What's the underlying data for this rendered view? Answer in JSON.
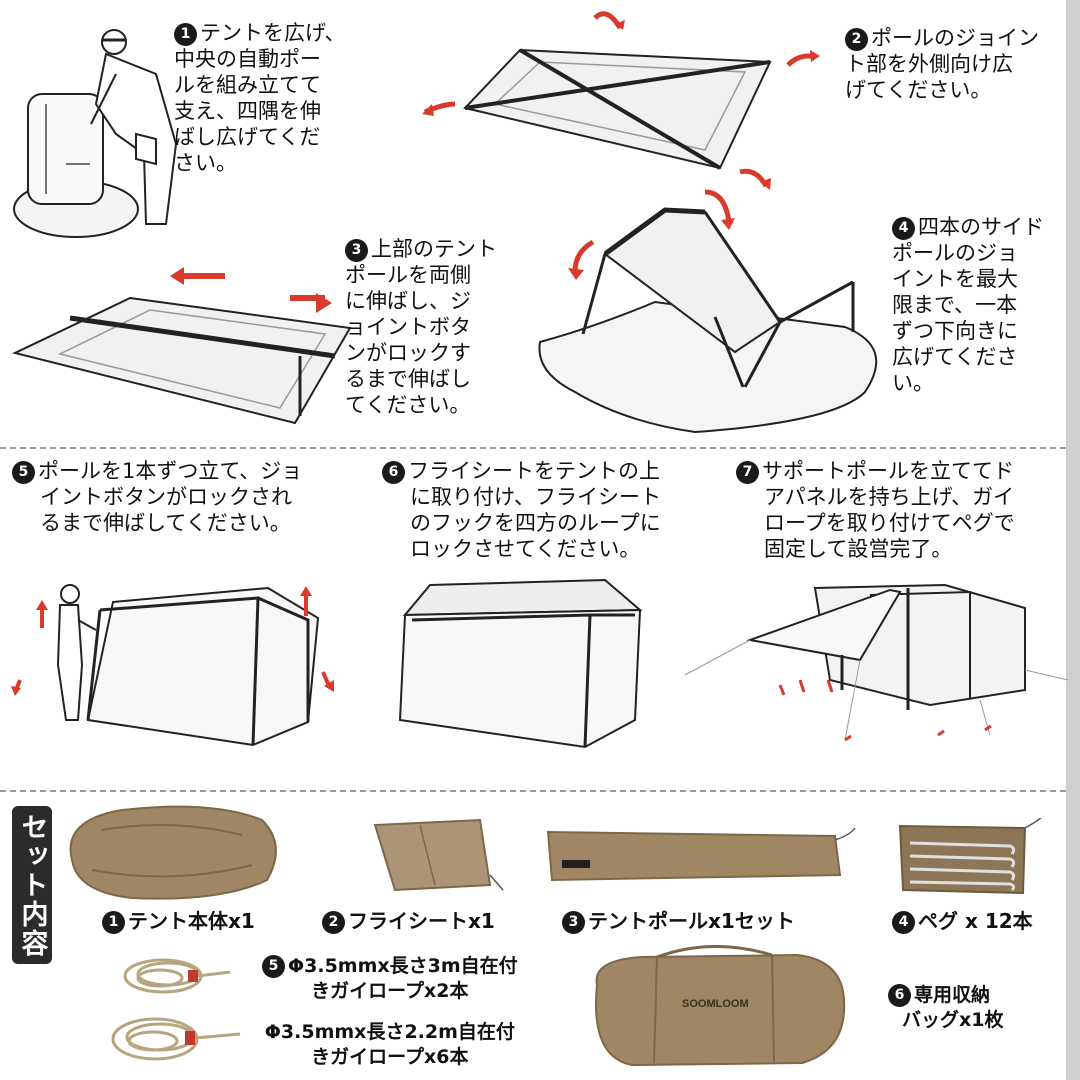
{
  "steps": [
    {
      "num": "1",
      "lines": [
        "テントを広げ、",
        "中央の自動ポー",
        "ルを組み立てて",
        "支え、四隅を伸",
        "ばし広げてくだ",
        "さい。"
      ]
    },
    {
      "num": "2",
      "lines": [
        "ポールのジョイン",
        "ト部を外側向け広",
        "げてください。"
      ]
    },
    {
      "num": "3",
      "lines": [
        "上部のテント",
        "ポールを両側",
        "に伸ばし、ジ",
        "ョイントボタ",
        "ンがロックす",
        "るまで伸ばし",
        "てください。"
      ]
    },
    {
      "num": "4",
      "lines": [
        "四本のサイド",
        "ポールのジョ",
        "イントを最大",
        "限まで、一本",
        "ずつ下向きに",
        "広げてくださ",
        "い。"
      ]
    },
    {
      "num": "5",
      "lines": [
        "ポールを1本ずつ立て、ジョ",
        "イントボタンがロックされ",
        "るまで伸ばしてください。"
      ]
    },
    {
      "num": "6",
      "lines": [
        "フライシートをテントの上",
        "に取り付け、フライシート",
        "のフックを四方のループに",
        "ロックさせてください。"
      ]
    },
    {
      "num": "7",
      "lines": [
        "サポートポールを立ててド",
        "アパネルを持ち上げ、ガイ",
        "ロープを取り付けてペグで",
        "固定して設営完了。"
      ]
    }
  ],
  "contents": {
    "side_label": "セット内容",
    "items": [
      {
        "num": "1",
        "label": "テント本体x1"
      },
      {
        "num": "2",
        "label": "フライシートx1"
      },
      {
        "num": "3",
        "label": "テントポールx1セット"
      },
      {
        "num": "4",
        "label": "ペグ x 12本"
      }
    ],
    "rope": {
      "num": "5",
      "lines": [
        "Φ3.5mmx長さ3m自在付",
        "きガイロープx2本",
        "Φ3.5mmx長さ2.2m自在付",
        "きガイロープx6本"
      ]
    },
    "bag": {
      "num": "6",
      "lines": [
        "専用収納",
        "バッグx1枚"
      ]
    },
    "logo_text": "SOOMLOOM"
  },
  "colors": {
    "arrow": "#d93a2b",
    "fabric": "#a08763",
    "fabric_dark": "#7d6748",
    "line": "#222222"
  }
}
